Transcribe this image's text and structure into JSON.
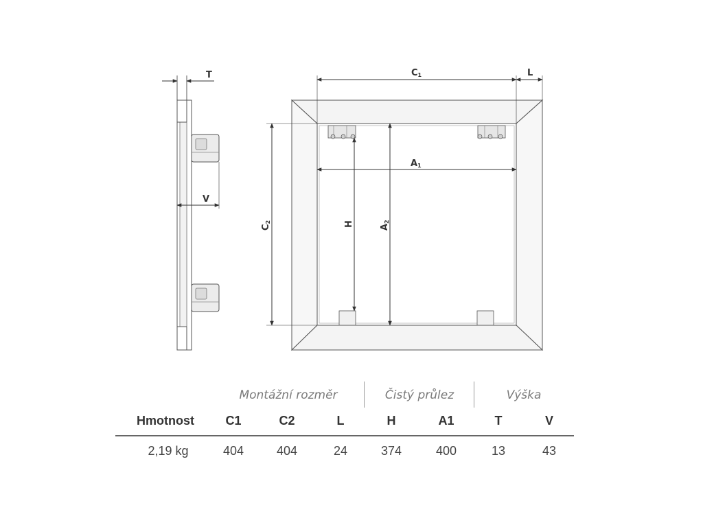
{
  "drawing": {
    "side_view": {
      "T": "T",
      "V": "V"
    },
    "front_view": {
      "C1": {
        "main": "C",
        "sub": "1"
      },
      "L": "L",
      "A1": {
        "main": "A",
        "sub": "1"
      },
      "C2": {
        "main": "C",
        "sub": "2"
      },
      "H": "H",
      "A2": {
        "main": "A",
        "sub": "2"
      }
    }
  },
  "table": {
    "groups": [
      "Montážní rozměr",
      "Čistý průlez",
      "Výška"
    ],
    "headers": [
      "Hmotnost",
      "C1",
      "C2",
      "L",
      "H",
      "A1",
      "T",
      "V"
    ],
    "values": [
      "2,19 kg",
      "404",
      "404",
      "24",
      "374",
      "400",
      "13",
      "43"
    ]
  }
}
